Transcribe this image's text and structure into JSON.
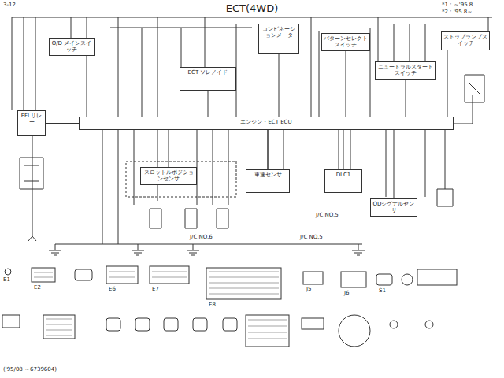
{
  "diagram": {
    "title": "ECT(4WD)",
    "nodes": [
      {
        "text": [
          "ECT ソレノイド"
        ]
      },
      {
        "text": [
          "O/D メインスイッチ"
        ]
      },
      {
        "text": [
          "コンビネーションメータ"
        ]
      },
      {
        "text": [
          "パターンセレクトスイッチ"
        ]
      },
      {
        "text": [
          "ニュートラルスタートスイッチ"
        ]
      },
      {
        "text": [
          "エンジン・ECT ECU"
        ]
      },
      {
        "text": [
          "EFI リレー"
        ]
      },
      {
        "text": [
          "車速センサ"
        ]
      },
      {
        "text": [
          "DLC1"
        ]
      },
      {
        "text": [
          "ODシグナルセンサ"
        ]
      },
      {
        "text": [
          "ストップランプスイッチ"
        ]
      },
      {
        "text": [
          "スロットルポジションセンサ"
        ]
      }
    ],
    "edges": [
      {
        "from": 0,
        "to": 5,
        "arrow": "none"
      },
      {
        "from": 1,
        "to": 5,
        "arrow": "none"
      },
      {
        "from": 2,
        "to": 5,
        "arrow": "none"
      },
      {
        "from": 3,
        "to": 5,
        "arrow": "none"
      },
      {
        "from": 4,
        "to": 5,
        "arrow": "none"
      },
      {
        "from": 6,
        "to": 5,
        "arrow": "none"
      },
      {
        "from": 5,
        "to": 7,
        "arrow": "none"
      },
      {
        "from": 5,
        "to": 8,
        "arrow": "none"
      },
      {
        "from": 5,
        "to": 9,
        "arrow": "none"
      },
      {
        "from": 10,
        "to": 5,
        "arrow": "none"
      },
      {
        "from": 5,
        "to": 11,
        "arrow": "none"
      }
    ],
    "labels": [
      "3-12",
      "*1 : ～'95.8",
      "*2 : '95.8～",
      "J/C NO.5",
      "J/C NO.6",
      "J/C NO.5",
      "E1",
      "E2",
      "E6",
      "E7",
      "E8",
      "J5",
      "J6",
      "S1",
      "('95/08 ～6739604)"
    ]
  }
}
